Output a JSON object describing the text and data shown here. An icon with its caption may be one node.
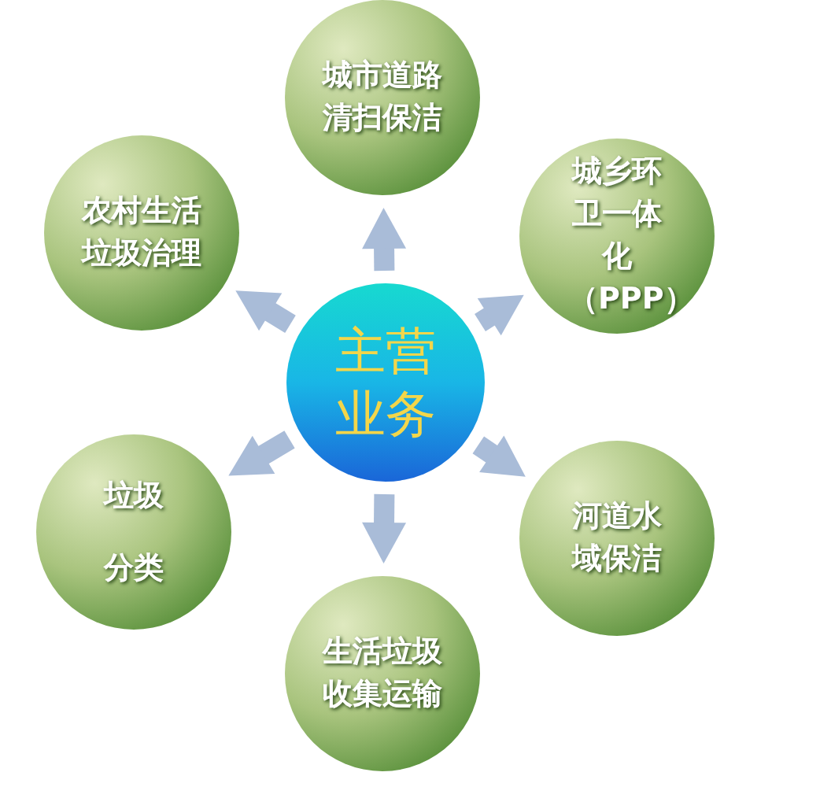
{
  "diagram": {
    "nodes": [
      {
        "text": [
          "主营业务"
        ]
      },
      {
        "text": [
          "城市道路清扫保洁"
        ]
      },
      {
        "text": [
          "城乡环卫一体化（PPP）"
        ]
      },
      {
        "text": [
          "河道水域保洁"
        ]
      },
      {
        "text": [
          "生活垃圾收集运输"
        ]
      },
      {
        "text": [
          "垃圾分类"
        ]
      },
      {
        "text": [
          "农村生活垃圾治理"
        ]
      }
    ],
    "edges": [
      {
        "from": 0,
        "to": 1,
        "arrow": "to"
      },
      {
        "from": 0,
        "to": 2,
        "arrow": "to"
      },
      {
        "from": 0,
        "to": 3,
        "arrow": "to"
      },
      {
        "from": 0,
        "to": 4,
        "arrow": "to"
      },
      {
        "from": 0,
        "to": 5,
        "arrow": "to"
      },
      {
        "from": 0,
        "to": 6,
        "arrow": "to"
      }
    ]
  }
}
